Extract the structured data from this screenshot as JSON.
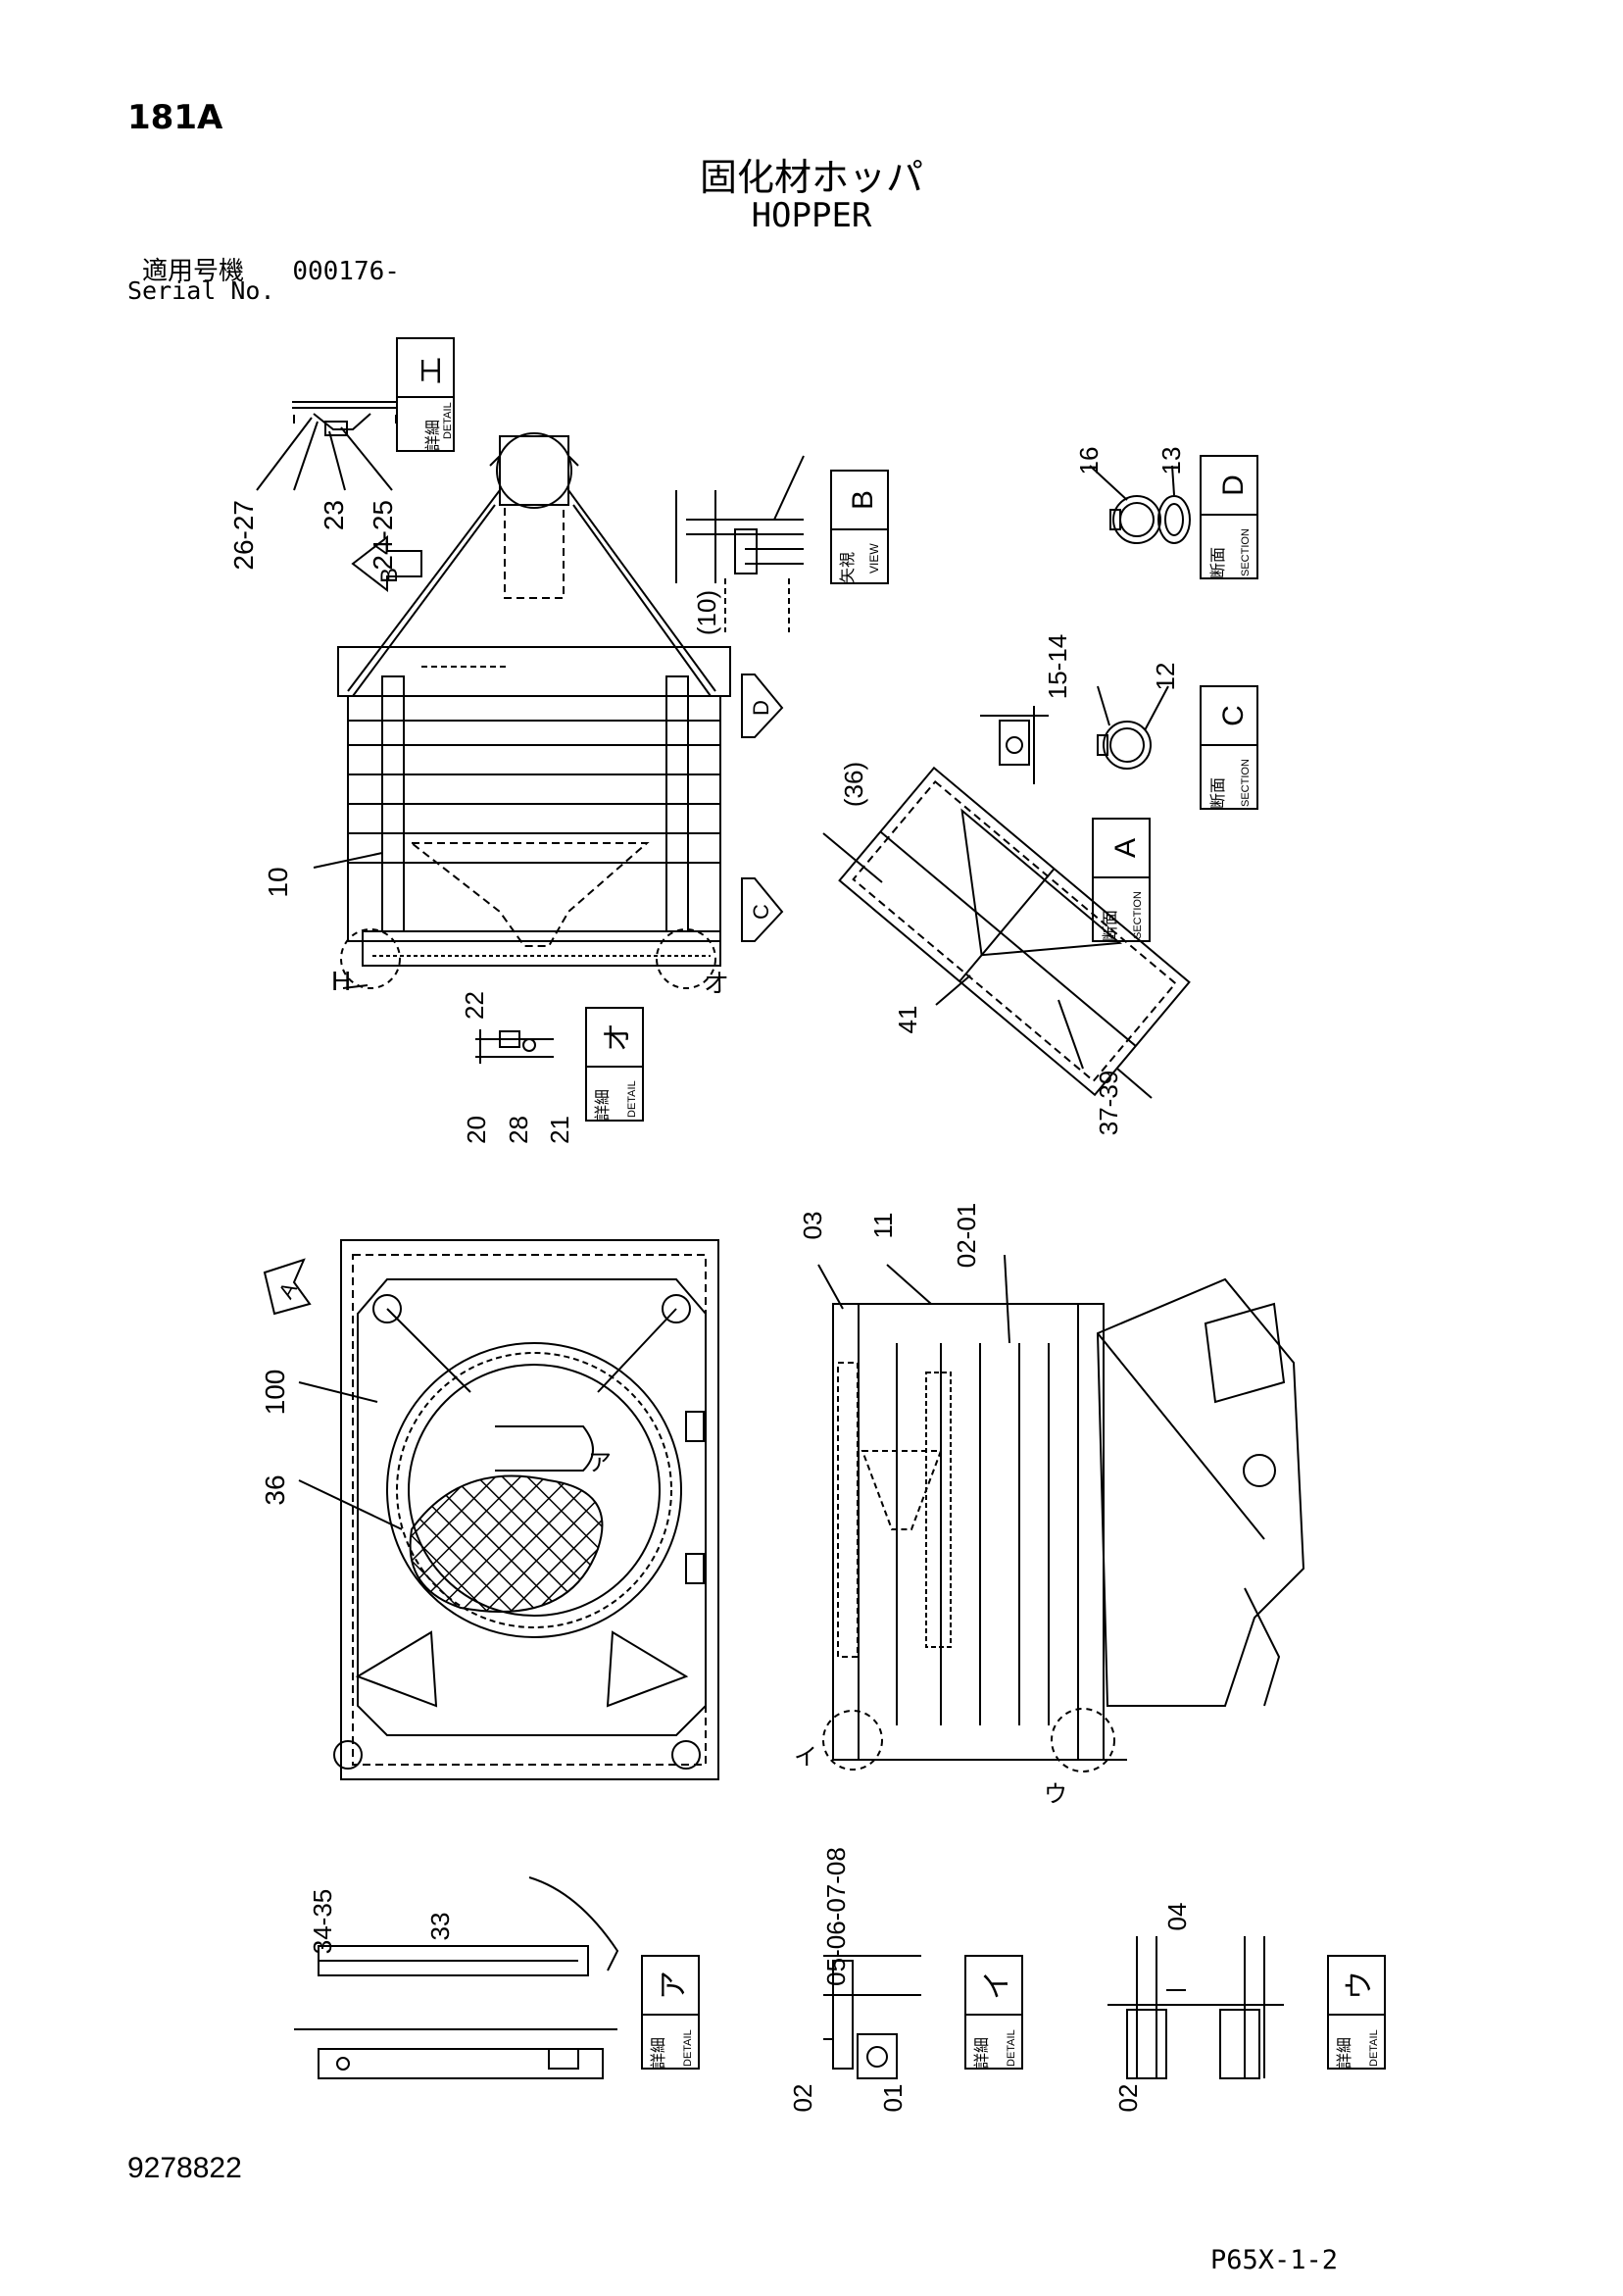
{
  "header": {
    "page_number": "181A",
    "title_jp": "固化材ホッパ",
    "title_en": "HOPPER",
    "serial_label_jp": "適用号機",
    "serial_value": "000176-",
    "serial_label_en": "Serial No."
  },
  "footer": {
    "doc_number": "9278822",
    "sheet_code": "P65X-1-2"
  },
  "view_tags": {
    "detail_h": {
      "jp": "詳細",
      "en": "DETAIL",
      "letter": "エ"
    },
    "view_b": {
      "jp": "矢視",
      "en": "VIEW",
      "letter": "B"
    },
    "section_d": {
      "jp": "断面",
      "en": "SECTION",
      "letter": "D"
    },
    "section_c": {
      "jp": "断面",
      "en": "SECTION",
      "letter": "C"
    },
    "section_a": {
      "jp": "断面",
      "en": "SECTION",
      "letter": "A"
    },
    "detail_o": {
      "jp": "詳細",
      "en": "DETAIL",
      "letter": "オ"
    },
    "detail_a": {
      "jp": "詳細",
      "en": "DETAIL",
      "letter": "ア"
    },
    "detail_i": {
      "jp": "詳細",
      "en": "DETAIL",
      "letter": "イ"
    },
    "detail_u": {
      "jp": "詳細",
      "en": "DETAIL",
      "letter": "ウ"
    }
  },
  "callouts": {
    "c26_27": "26-27",
    "c23": "23",
    "c24_25": "24-25",
    "c10p": "(10)",
    "c16": "16",
    "c13": "13",
    "c15_14": "15-14",
    "c12": "12",
    "c36p": "(36)",
    "c10": "10",
    "c41": "41",
    "c37_39": "37-39",
    "c22": "22",
    "c20": "20",
    "c28": "28",
    "c21": "21",
    "c03": "03",
    "c11": "11",
    "c02_01": "02-01",
    "c100": "100",
    "c36": "36",
    "c34_35": "34-35",
    "c33": "33",
    "c05_08": "05-06-07-08",
    "c02a": "02",
    "c01a": "01",
    "c04": "04",
    "c02b": "02",
    "lbl_h": "H",
    "lbl_o": "オ",
    "lbl_a": "ア",
    "lbl_i": "イ",
    "lbl_u": "ウ",
    "arrow_b": "B",
    "arrow_d": "D",
    "arrow_c": "C",
    "arrow_a": "A"
  }
}
